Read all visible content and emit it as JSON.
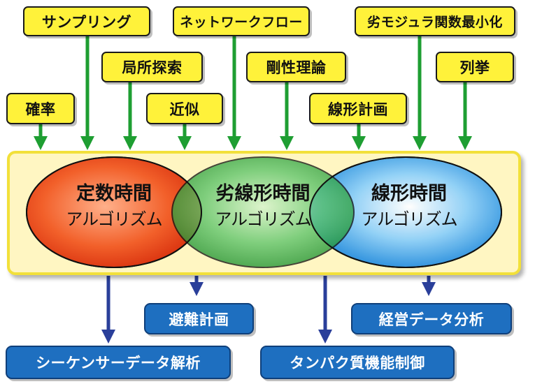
{
  "top_inputs": [
    {
      "id": "sampling",
      "label": "サンプリング"
    },
    {
      "id": "network",
      "label": "ネットワークフロー"
    },
    {
      "id": "submodular",
      "label": "劣モジュラ関数最小化"
    },
    {
      "id": "local",
      "label": "局所探索"
    },
    {
      "id": "rigidity",
      "label": "剛性理論"
    },
    {
      "id": "enum",
      "label": "列挙"
    },
    {
      "id": "prob",
      "label": "確率"
    },
    {
      "id": "approx",
      "label": "近似"
    },
    {
      "id": "lp",
      "label": "線形計画"
    }
  ],
  "ellipses": [
    {
      "title": "定数時間",
      "subtitle": "アルゴリズム",
      "color_center": "#ffb08a",
      "color_edge": "#e03a12"
    },
    {
      "title": "劣線形時間",
      "subtitle": "アルゴリズム",
      "color_center": "#c8f0c4",
      "color_edge": "#1a9a2e"
    },
    {
      "title": "線形時間",
      "subtitle": "アルゴリズム",
      "color_center": "#ffffff",
      "color_edge": "#1a8fe0"
    }
  ],
  "applications": [
    {
      "id": "evac",
      "label": "避難計画"
    },
    {
      "id": "biz",
      "label": "経営データ分析"
    },
    {
      "id": "seq",
      "label": "シーケンサーデータ解析"
    },
    {
      "id": "protein",
      "label": "タンパク質機能制御"
    }
  ],
  "colors": {
    "input_box": "#fff23a",
    "output_box": "#1e6fc0",
    "down_arrow_green": "#1e9e32",
    "down_arrow_blue": "#2a3f9a",
    "panel": "#fff6c2"
  }
}
